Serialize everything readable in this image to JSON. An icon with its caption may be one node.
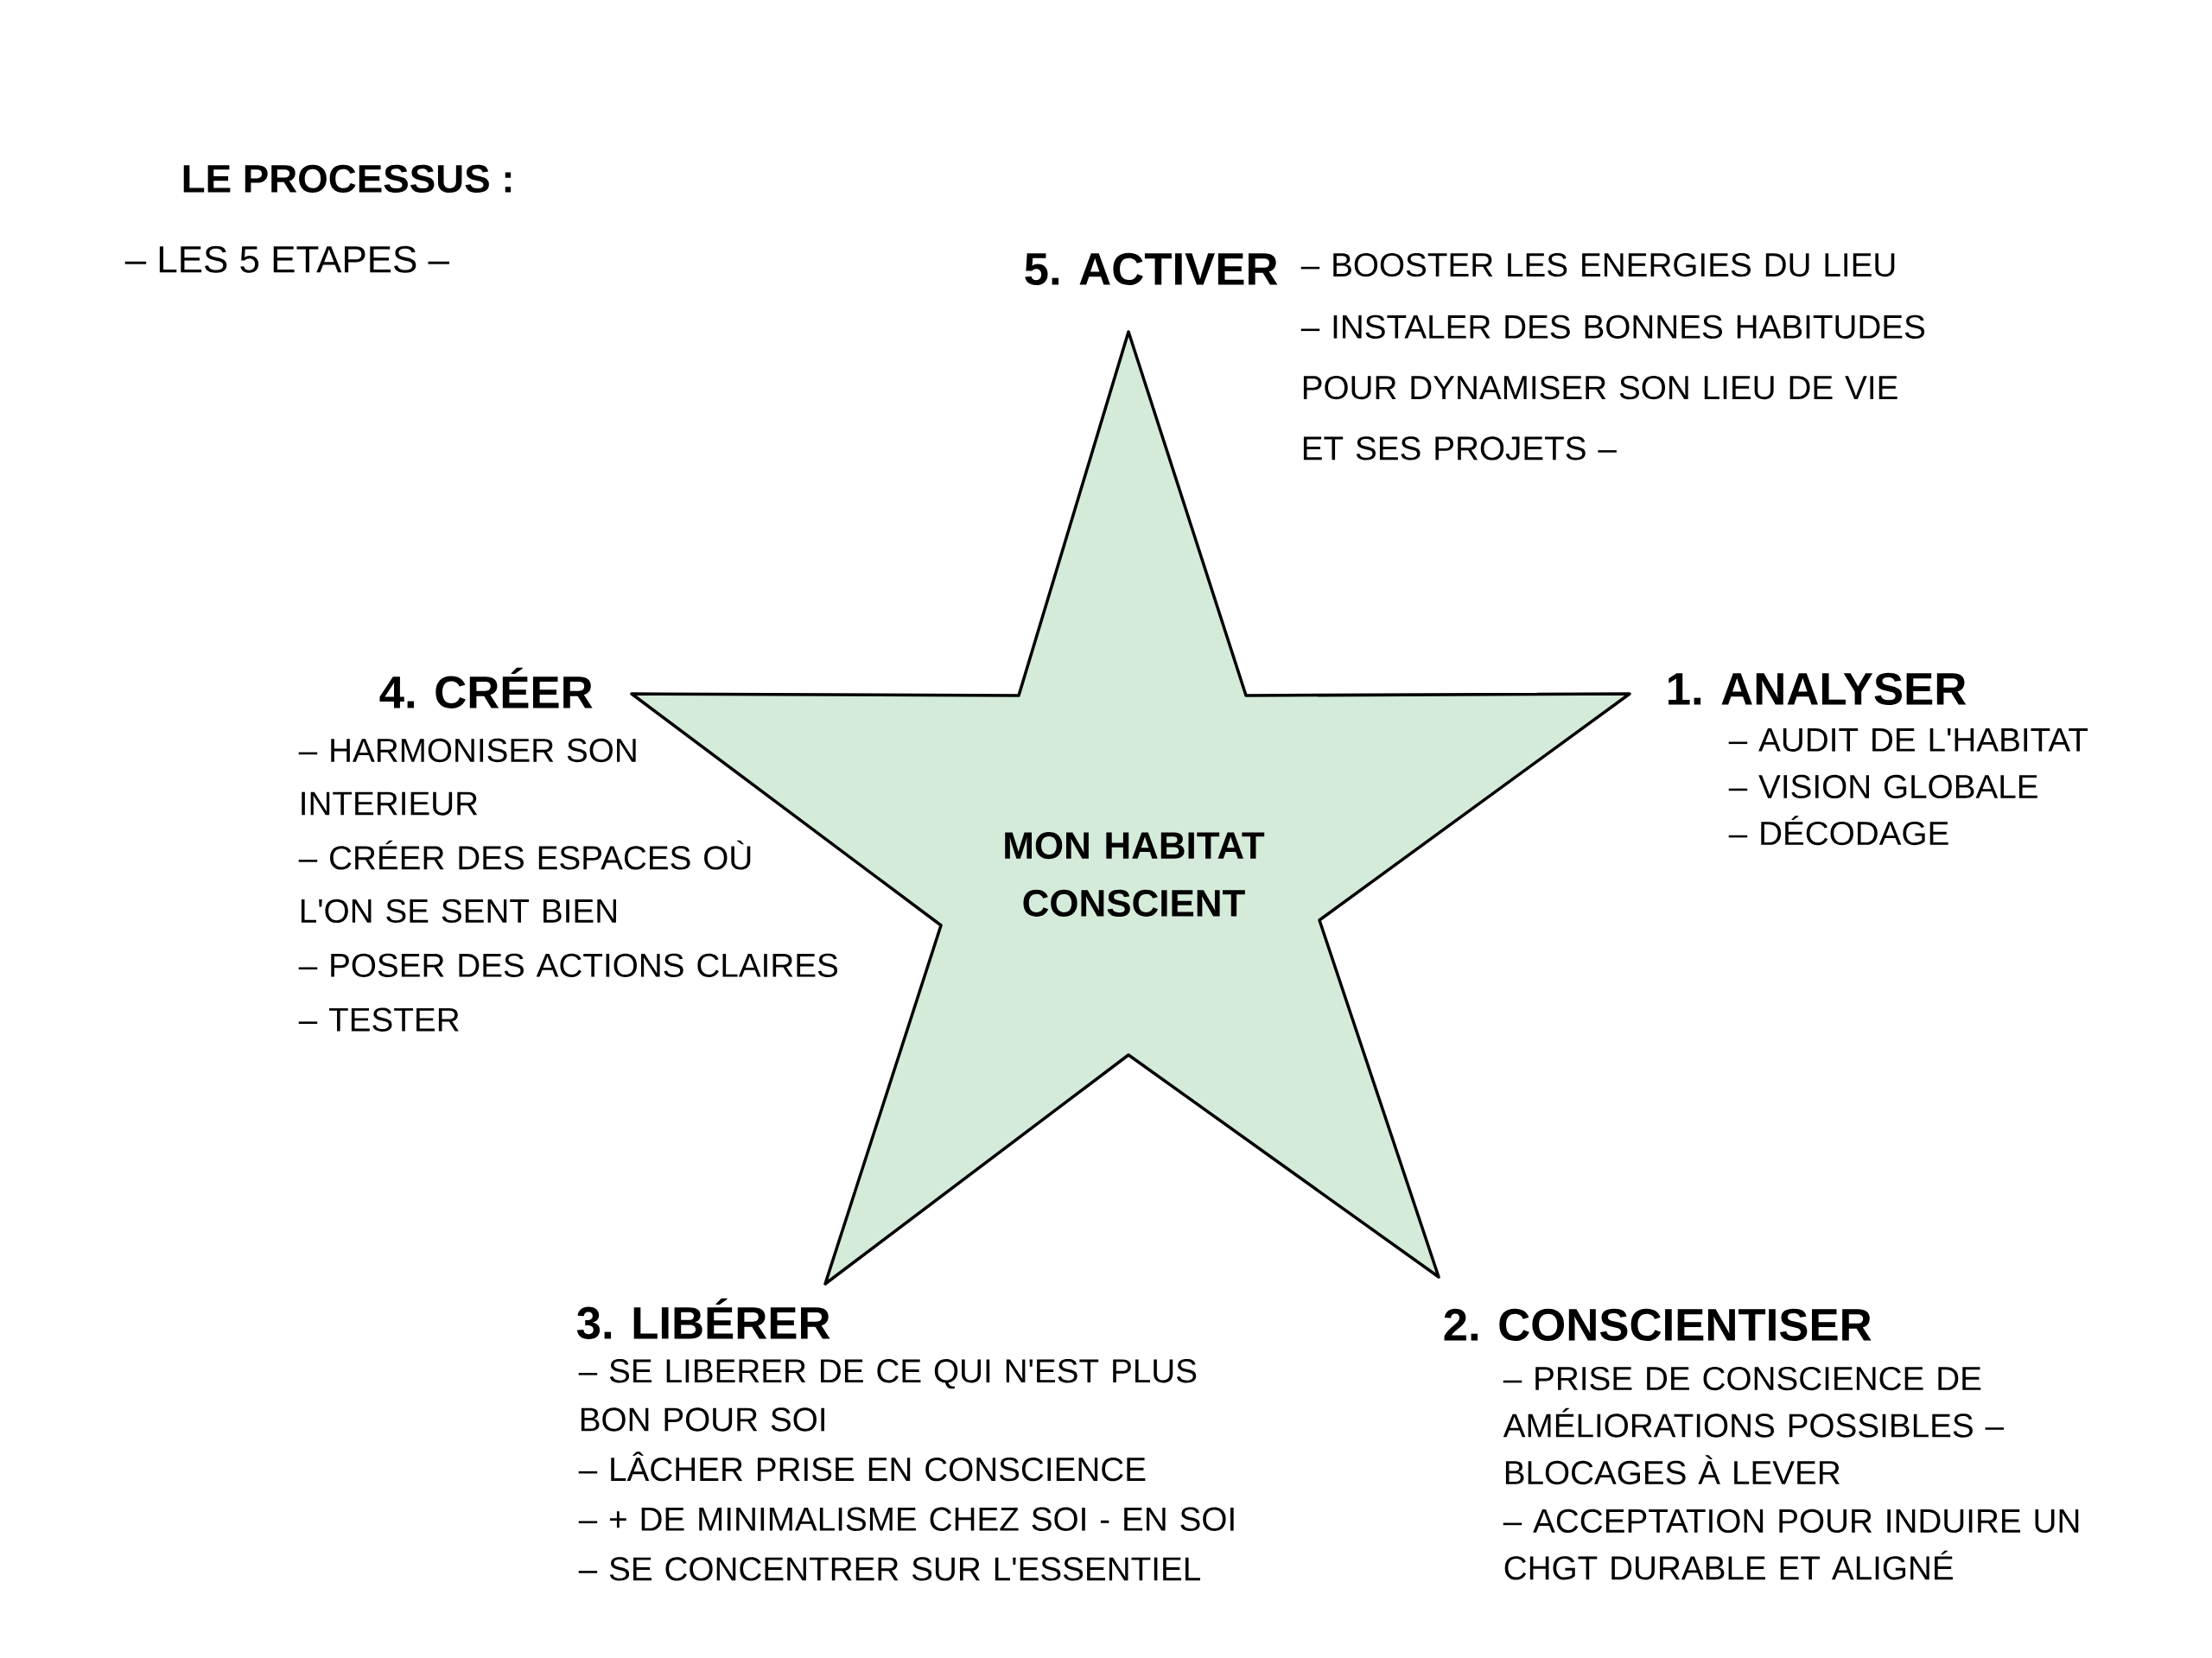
{
  "diagram": {
    "title": "LE PROCESSUS :",
    "nodes": [
      {
        "text": [
          "MON HABITAT CONSCIENT"
        ]
      }
    ],
    "labels": [
      "– LES 5 ETAPES –",
      "5. ACTIVER",
      "– BOOSTER LES ENERGIES DU LIEU",
      "– INSTALER DES BONNES HABITUDES POUR DYNAMISER SON LIEU DE VIE ET SES PROJETS –",
      "4. CRÉER",
      "– HARMONISER SON INTERIEUR",
      "– CRÉER DES ESPACES OÙ L'ON SE SENT BIEN",
      "– POSER DES ACTIONS CLAIRES",
      "– TESTER",
      "1. ANALYSER",
      "– AUDIT DE L'HABITAT",
      "– VISION GLOBALE",
      "– DÉCODAGE",
      "3. LIBÉRER",
      "– SE LIBERER DE CE QUI N'EST PLUS BON POUR SOI",
      "– LÂCHER PRISE EN CONSCIENCE",
      "– + DE MINIMALISME CHEZ SOI - EN SOI",
      "– SE CONCENTRER SUR L'ESSENTIEL",
      "2. CONSCIENTISER",
      "– PRISE DE CONSCIENCE DE AMÉLIORATIONS POSSIBLES – BLOCAGES À LEVER",
      "– ACCEPTATION POUR INDUIRE UN CHGT DURABLE ET ALIGNÉ"
    ]
  }
}
